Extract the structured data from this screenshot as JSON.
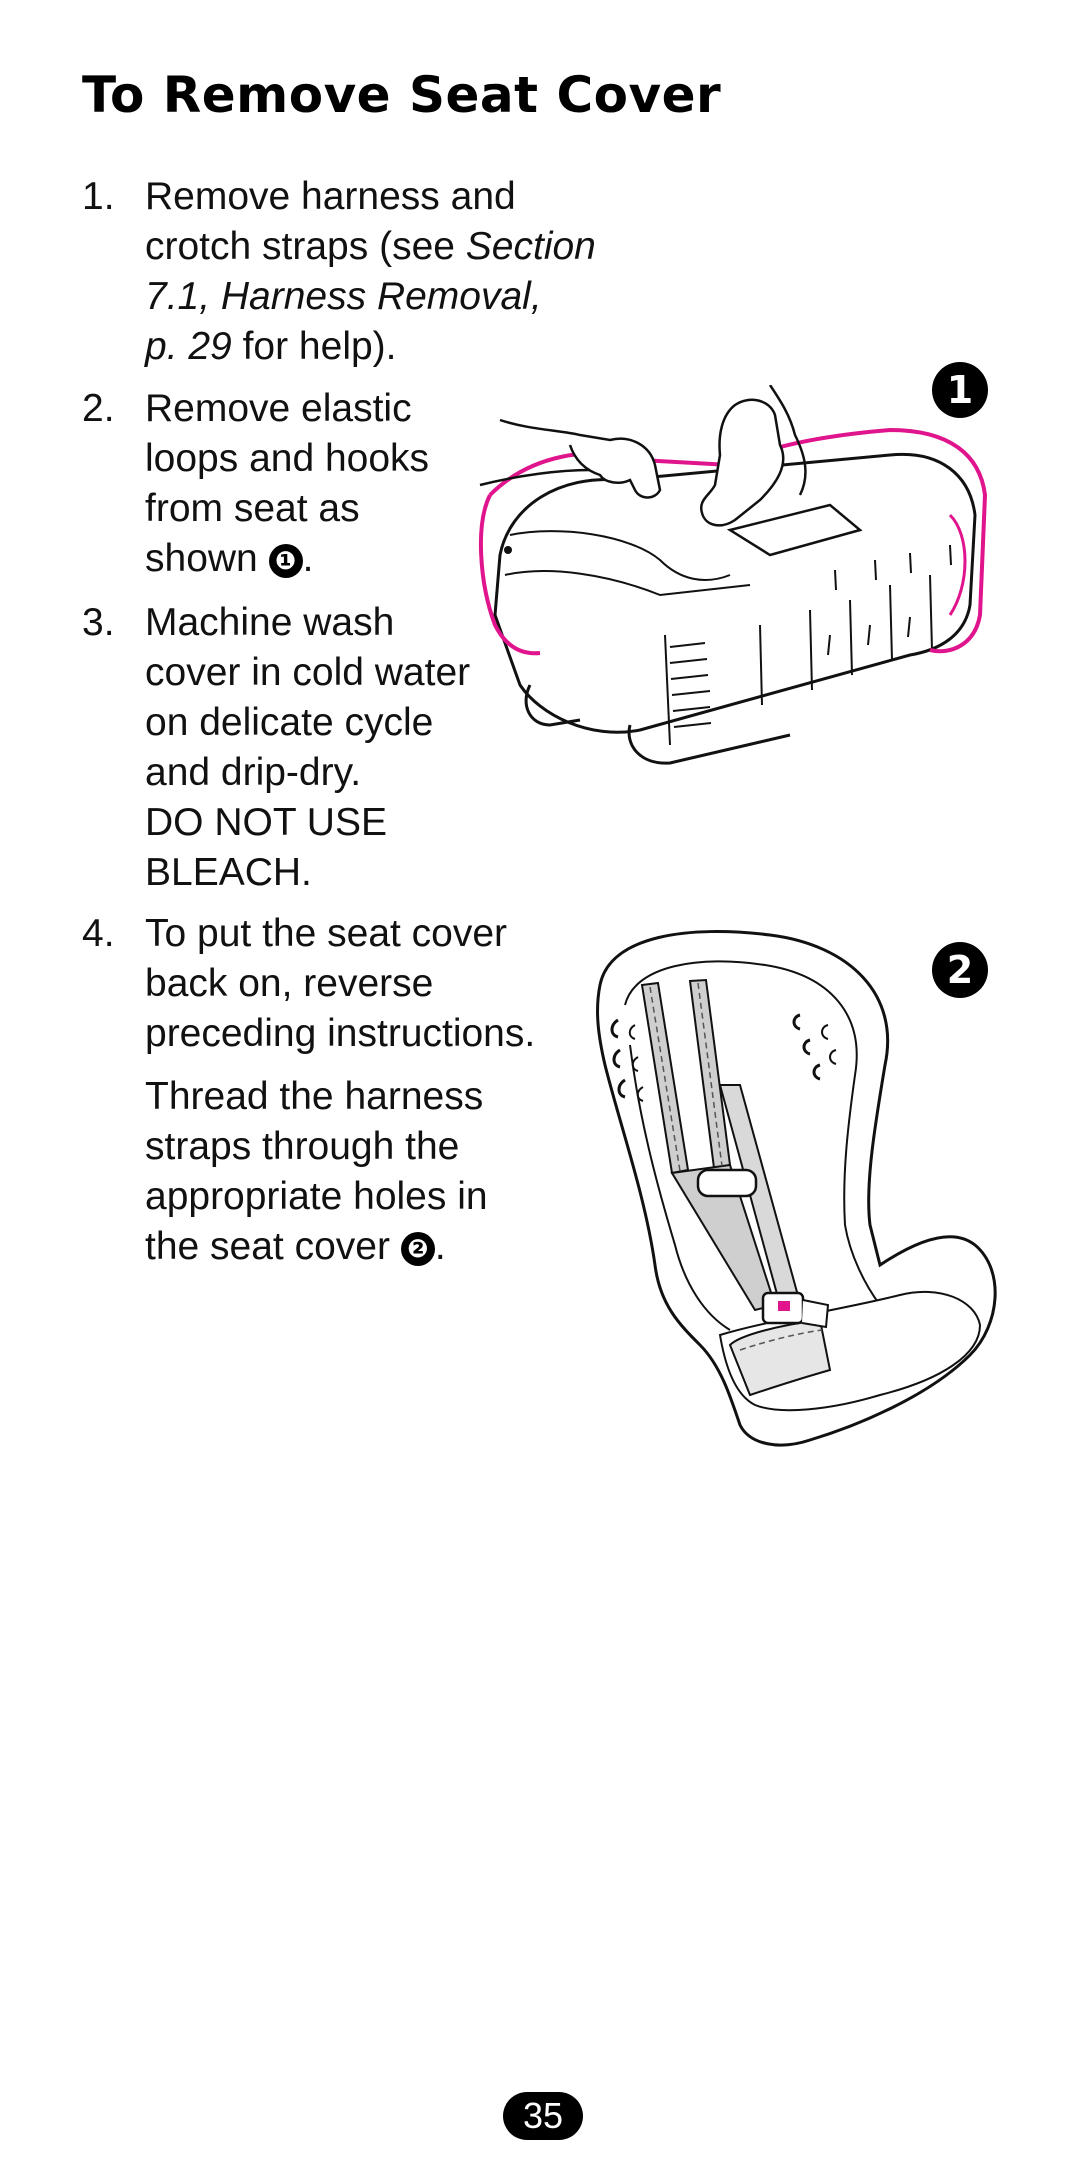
{
  "title": "To Remove Seat Cover",
  "steps": [
    {
      "number": "1.",
      "lines": [
        {
          "pre": "Remove harness and",
          "italic": "",
          "post": ""
        },
        {
          "pre": "crotch straps (see ",
          "italic": "Section",
          "post": ""
        },
        {
          "pre": "",
          "italic": "7.1, Harness Removal,",
          "post": ""
        },
        {
          "pre": "",
          "italic": "p. 29",
          "post": " for help)."
        }
      ]
    },
    {
      "number": "2.",
      "lines": [
        "Remove elastic",
        "loops and hooks",
        "from seat as"
      ],
      "last_line": "shown ",
      "callout": "❶",
      "last_suffix": "."
    },
    {
      "number": "3.",
      "lines": [
        "Machine wash",
        "cover in cold water",
        "on delicate cycle",
        "and drip-dry.",
        "DO NOT USE",
        "BLEACH."
      ]
    },
    {
      "number": "4.",
      "lines": [
        "To put the seat cover",
        "back on, reverse",
        "preceding instructions."
      ]
    },
    {
      "lines": [
        "Thread the harness",
        "straps through the",
        "appropriate holes in"
      ],
      "last_line": "the seat cover ",
      "callout": "❷",
      "last_suffix": "."
    }
  ],
  "figures": [
    {
      "marker": "1",
      "icon": "hands-removing-seat-cover-illustration",
      "accent": "#e0148c"
    },
    {
      "marker": "2",
      "icon": "car-seat-with-harness-illustration",
      "accent": "#e0148c"
    }
  ],
  "page_number": "35"
}
